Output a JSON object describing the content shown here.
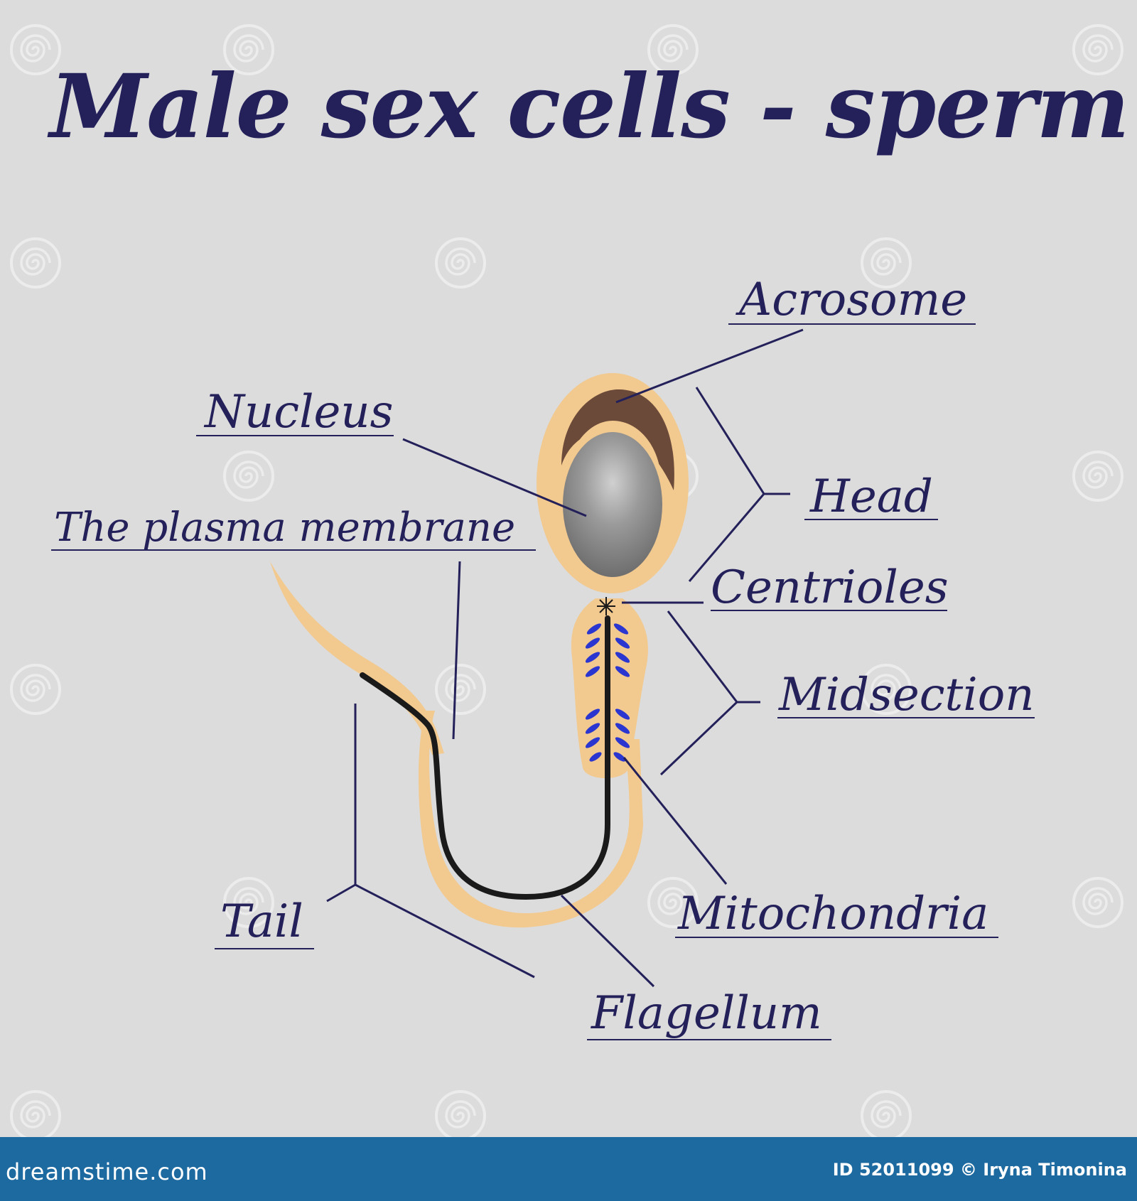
{
  "title": "Male sex cells - sperm",
  "labels": {
    "acrosome": "Acrosome",
    "nucleus": "Nucleus",
    "head": "Head",
    "plasma_membrane": "The plasma membrane",
    "centrioles": "Centrioles",
    "midsection": "Midsection",
    "mitochondria": "Mitochondria",
    "tail": "Tail",
    "flagellum": "Flagellum"
  },
  "footer": {
    "brand": "dreamstime.com",
    "credit": "ID 52011099 © Iryna Timonina"
  },
  "colors": {
    "background": "#dcdcdc",
    "text": "#23205a",
    "membrane": "#f2c98e",
    "acrosome": "#6b4a3a",
    "nucleus": "#8f8f8f",
    "mitochondria": "#2b36d0",
    "flagellum": "#1a1a1a",
    "footer": "#1d6aa0"
  },
  "icons": {
    "watermark": "spiral-watermark-icon"
  }
}
